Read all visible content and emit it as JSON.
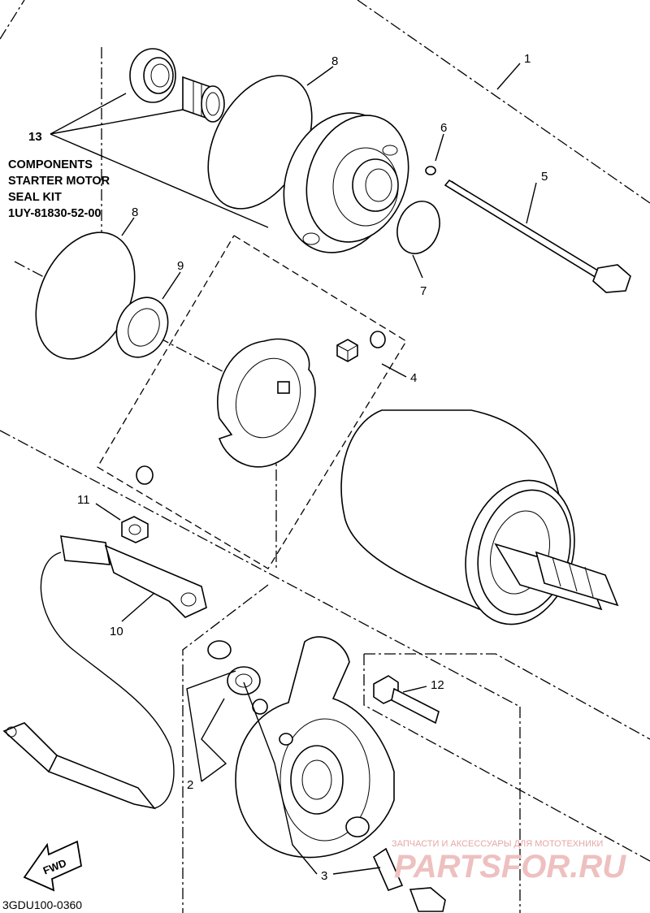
{
  "diagram": {
    "callouts": [
      {
        "id": "c1",
        "text": "1"
      },
      {
        "id": "c2",
        "text": "2"
      },
      {
        "id": "c3",
        "text": "3"
      },
      {
        "id": "c4",
        "text": "4"
      },
      {
        "id": "c5",
        "text": "5"
      },
      {
        "id": "c6",
        "text": "6"
      },
      {
        "id": "c7",
        "text": "7"
      },
      {
        "id": "c8a",
        "text": "8"
      },
      {
        "id": "c8b",
        "text": "8"
      },
      {
        "id": "c9",
        "text": "9"
      },
      {
        "id": "c10",
        "text": "10"
      },
      {
        "id": "c11",
        "text": "11"
      },
      {
        "id": "c12",
        "text": "12"
      },
      {
        "id": "c13",
        "text": "13"
      }
    ],
    "kit_label": {
      "line1": "COMPONENTS",
      "line2": "STARTER MOTOR",
      "line3": "SEAL KIT",
      "line4": "1UY-81830-52-00"
    },
    "fwd_label": "FWD",
    "diagram_code": "3GDU100-0360",
    "watermark": {
      "tagline": "ЗАПЧАСТИ И АКСЕССУАРЫ ДЛЯ МОТОТЕХНИКИ",
      "brand": "PARTSFOR.RU"
    }
  }
}
